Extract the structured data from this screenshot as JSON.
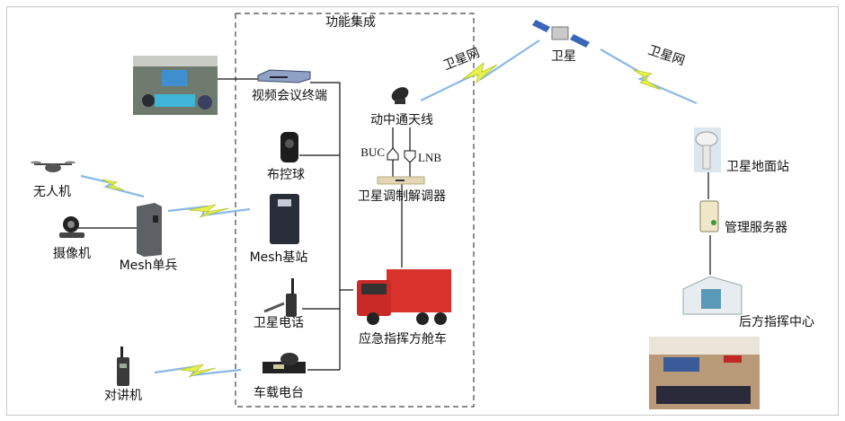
{
  "group_title": "功能集成",
  "nodes": {
    "video_terminal": "视频会议终端",
    "dome_camera": "布控球",
    "mesh_base": "Mesh基站",
    "sat_phone": "卫星电话",
    "vehicle_radio": "车载电台",
    "antenna": "动中通天线",
    "buc": "BUC",
    "lnb": "LNB",
    "modem": "卫星调制解调器",
    "vehicle": "应急指挥方舱车",
    "satellite": "卫星",
    "ground_station": "卫星地面站",
    "server": "管理服务器",
    "command_center": "后方指挥中心",
    "drone": "无人机",
    "camera": "摄像机",
    "mesh_single": "Mesh单兵",
    "walkie": "对讲机"
  },
  "links": {
    "sat_net_left": "卫星网",
    "sat_net_right": "卫星网"
  },
  "colors": {
    "wireless": "#8ab8e6",
    "bolt": "#e8f04a",
    "truck": "#d9312b"
  }
}
